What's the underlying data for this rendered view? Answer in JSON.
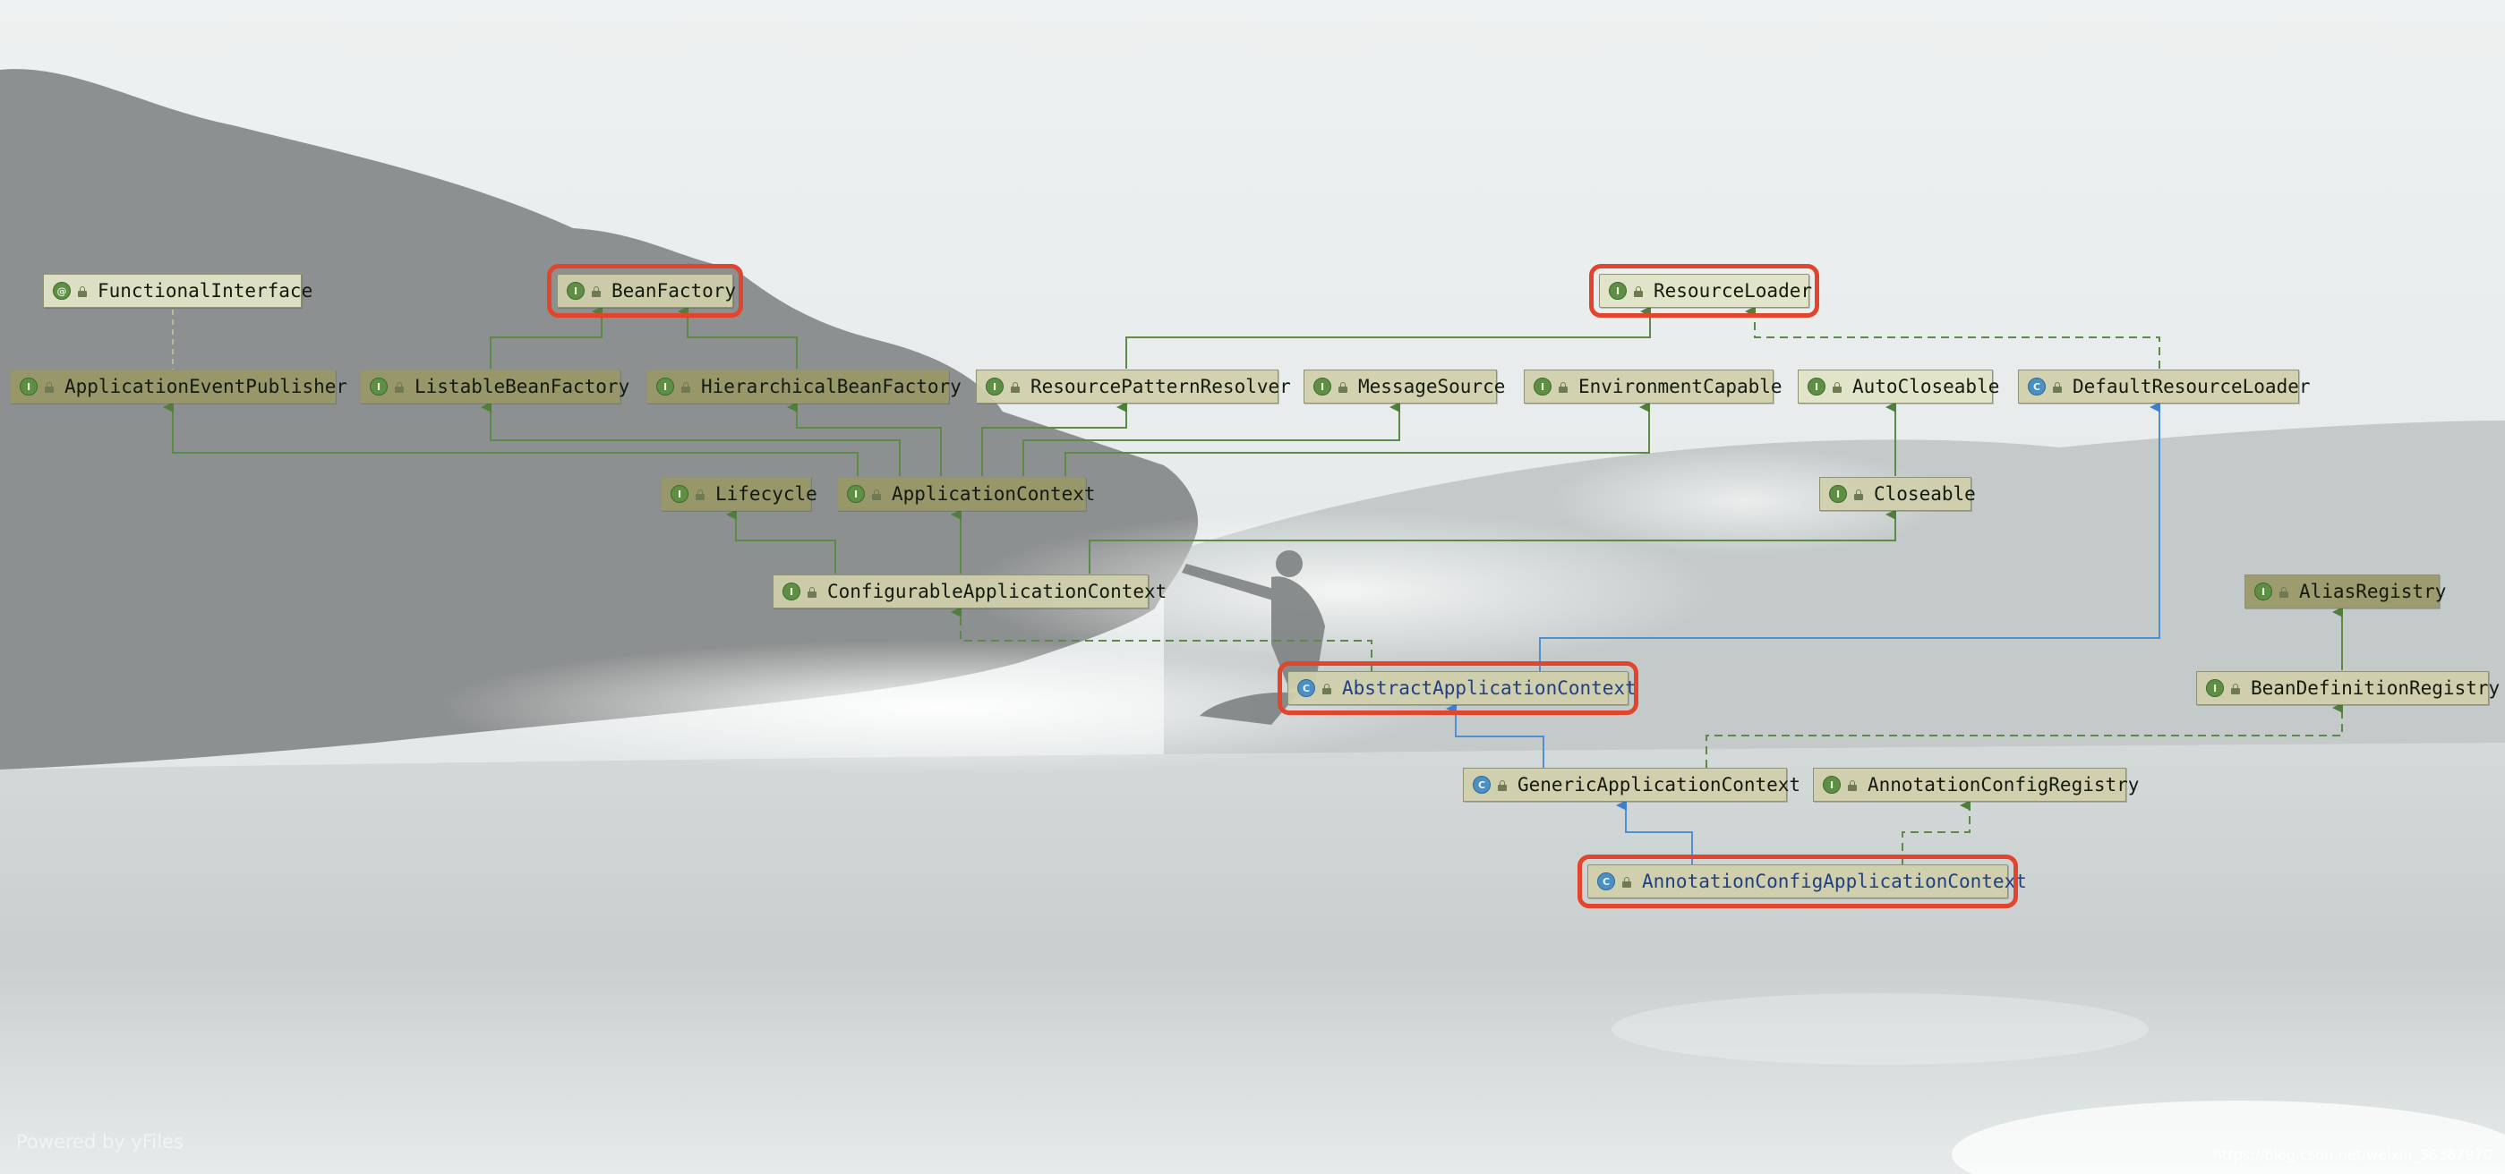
{
  "nodes": {
    "functional_interface": {
      "label": "FunctionalInterface",
      "badge": "@",
      "kind": "annotation"
    },
    "bean_factory": {
      "label": "BeanFactory",
      "badge": "I",
      "kind": "interface"
    },
    "resource_loader": {
      "label": "ResourceLoader",
      "badge": "I",
      "kind": "interface"
    },
    "application_event_publisher": {
      "label": "ApplicationEventPublisher",
      "badge": "I",
      "kind": "interface"
    },
    "listable_bean_factory": {
      "label": "ListableBeanFactory",
      "badge": "I",
      "kind": "interface"
    },
    "hierarchical_bean_factory": {
      "label": "HierarchicalBeanFactory",
      "badge": "I",
      "kind": "interface"
    },
    "resource_pattern_resolver": {
      "label": "ResourcePatternResolver",
      "badge": "I",
      "kind": "interface"
    },
    "message_source": {
      "label": "MessageSource",
      "badge": "I",
      "kind": "interface"
    },
    "environment_capable": {
      "label": "EnvironmentCapable",
      "badge": "I",
      "kind": "interface"
    },
    "auto_closeable": {
      "label": "AutoCloseable",
      "badge": "I",
      "kind": "interface"
    },
    "default_resource_loader": {
      "label": "DefaultResourceLoader",
      "badge": "C",
      "kind": "class"
    },
    "lifecycle": {
      "label": "Lifecycle",
      "badge": "I",
      "kind": "interface"
    },
    "application_context": {
      "label": "ApplicationContext",
      "badge": "I",
      "kind": "interface"
    },
    "closeable": {
      "label": "Closeable",
      "badge": "I",
      "kind": "interface"
    },
    "configurable_application_context": {
      "label": "ConfigurableApplicationContext",
      "badge": "I",
      "kind": "interface"
    },
    "alias_registry": {
      "label": "AliasRegistry",
      "badge": "I",
      "kind": "interface"
    },
    "abstract_application_context": {
      "label": "AbstractApplicationContext",
      "badge": "C",
      "kind": "class"
    },
    "bean_definition_registry": {
      "label": "BeanDefinitionRegistry",
      "badge": "I",
      "kind": "interface"
    },
    "generic_application_context": {
      "label": "GenericApplicationContext",
      "badge": "C",
      "kind": "class"
    },
    "annotation_config_registry": {
      "label": "AnnotationConfigRegistry",
      "badge": "I",
      "kind": "interface"
    },
    "annotation_config_application_context": {
      "label": "AnnotationConfigApplicationContext",
      "badge": "C",
      "kind": "class"
    }
  },
  "highlighted": [
    "bean_factory",
    "resource_loader",
    "abstract_application_context",
    "annotation_config_application_context"
  ],
  "colors": {
    "interface_extends": "#5d8a45",
    "class_extends": "#4f8fd8",
    "implements": "#5d9a45",
    "highlight": "#e2452b"
  },
  "footer": {
    "powered_by": "Powered by yFiles",
    "watermark": "https://blog.csdn.net/weixin_36367970"
  }
}
